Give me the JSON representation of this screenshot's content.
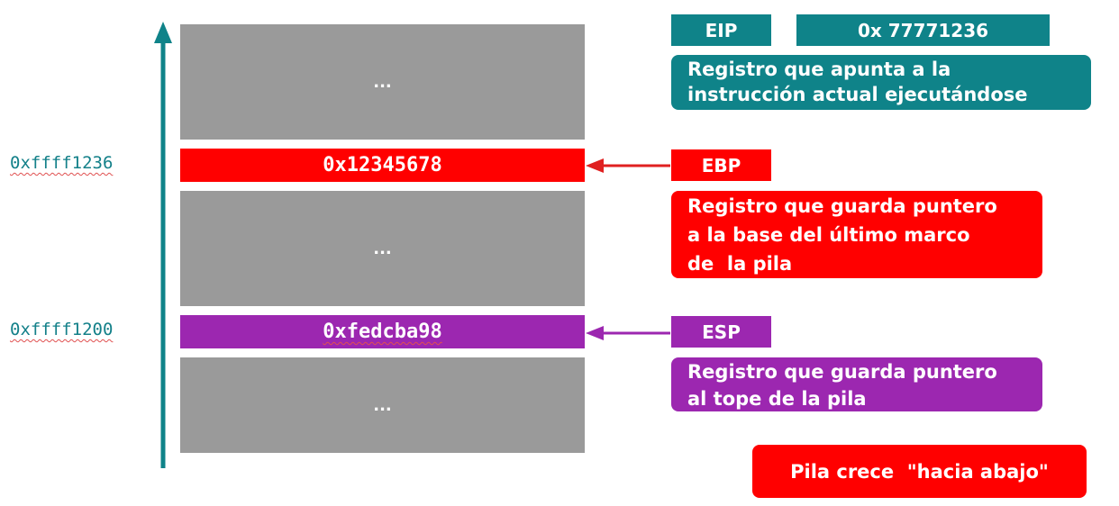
{
  "addresses": {
    "ebp_address": "0xffff1236",
    "esp_address": "0xffff1200"
  },
  "stack": {
    "top_block": "...",
    "ebp_slot": "0x12345678",
    "middle_block": "...",
    "esp_slot": "0xfedcba98",
    "bottom_block": "..."
  },
  "registers": {
    "eip": {
      "label": "EIP",
      "value": "0x 77771236",
      "description_line1": "Registro que apunta a la",
      "description_line2": "instrucción actual ejecutándose"
    },
    "ebp": {
      "label": "EBP",
      "description_line1": "Registro que guarda puntero",
      "description_line2": "a la base del último marco",
      "description_line3": "de  la pila"
    },
    "esp": {
      "label": "ESP",
      "description_line1": "Registro que guarda puntero",
      "description_line2": "al tope de la pila"
    }
  },
  "note": "Pila crece  \"hacia abajo\"",
  "colors": {
    "teal": "#0f8389",
    "red": "#ff0000",
    "purple": "#9c27b0",
    "gray": "#9a9a9a"
  }
}
